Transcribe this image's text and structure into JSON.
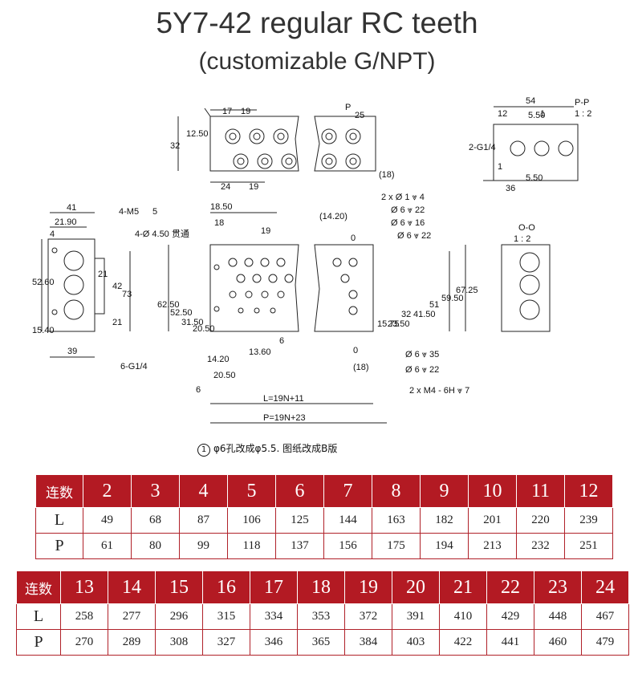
{
  "title": "5Y7-42 regular RC teeth",
  "subtitle": "(customizable G/NPT)",
  "drawing": {
    "top_view": {
      "dims": [
        "17",
        "19",
        "32",
        "12.50",
        "24",
        "19"
      ]
    },
    "break_view": {
      "section": "P",
      "dims": [
        "25",
        "(18)"
      ]
    },
    "section_pp": {
      "label": "P-P",
      "scale": "1 : 2",
      "dims": [
        "54",
        "12",
        "5.50",
        "2-G1/4",
        "36",
        "5.50"
      ],
      "markers": [
        "1",
        "1"
      ]
    },
    "side_view": {
      "dims": [
        "41",
        "21.90",
        "4",
        "52.60",
        "15.40",
        "21",
        "42",
        "73",
        "21",
        "39"
      ],
      "callouts": [
        "4-M5",
        "5",
        "6-G1/4"
      ]
    },
    "front_view": {
      "dims": [
        "18.50",
        "18",
        "19",
        "62.50",
        "52.50",
        "31.50",
        "20.50",
        "14.20",
        "13.60",
        "20.50",
        "6",
        "6",
        "L=19N+11",
        "P=19N+23"
      ],
      "callouts": [
        "4-Ø 4.50 贯通"
      ]
    },
    "right_view": {
      "dims": [
        "(14.20)",
        "0",
        "15.75",
        "23.50",
        "32",
        "41.50",
        "51",
        "59.50",
        "67.25",
        "0",
        "(18)"
      ],
      "callouts": [
        "2 x Ø 1 ⩔ 4",
        "Ø 6 ⩔ 22",
        "Ø 6 ⩔ 16",
        "Ø 6 ⩔ 22",
        "Ø 6 ⩔ 35",
        "Ø 6 ⩔ 22",
        "2 x  M4 - 6H ⩔ 7"
      ]
    },
    "section_oo": {
      "label": "O-O",
      "scale": "1 : 2"
    },
    "note_marker": "1",
    "note": "φ6孔改成φ5.5. 图纸改成B版"
  },
  "table1": {
    "header_label": "连数",
    "columns": [
      "2",
      "3",
      "4",
      "5",
      "6",
      "7",
      "8",
      "9",
      "10",
      "11",
      "12"
    ],
    "rows": [
      {
        "label": "L",
        "values": [
          "49",
          "68",
          "87",
          "106",
          "125",
          "144",
          "163",
          "182",
          "201",
          "220",
          "239"
        ]
      },
      {
        "label": "P",
        "values": [
          "61",
          "80",
          "99",
          "118",
          "137",
          "156",
          "175",
          "194",
          "213",
          "232",
          "251"
        ]
      }
    ]
  },
  "table2": {
    "header_label": "连数",
    "columns": [
      "13",
      "14",
      "15",
      "16",
      "17",
      "18",
      "19",
      "20",
      "21",
      "22",
      "23",
      "24"
    ],
    "rows": [
      {
        "label": "L",
        "values": [
          "258",
          "277",
          "296",
          "315",
          "334",
          "353",
          "372",
          "391",
          "410",
          "429",
          "448",
          "467"
        ]
      },
      {
        "label": "P",
        "values": [
          "270",
          "289",
          "308",
          "327",
          "346",
          "365",
          "384",
          "403",
          "422",
          "441",
          "460",
          "479"
        ]
      }
    ]
  },
  "colors": {
    "header_bg": "#b31a23",
    "border": "#b02129",
    "title": "#333333"
  }
}
